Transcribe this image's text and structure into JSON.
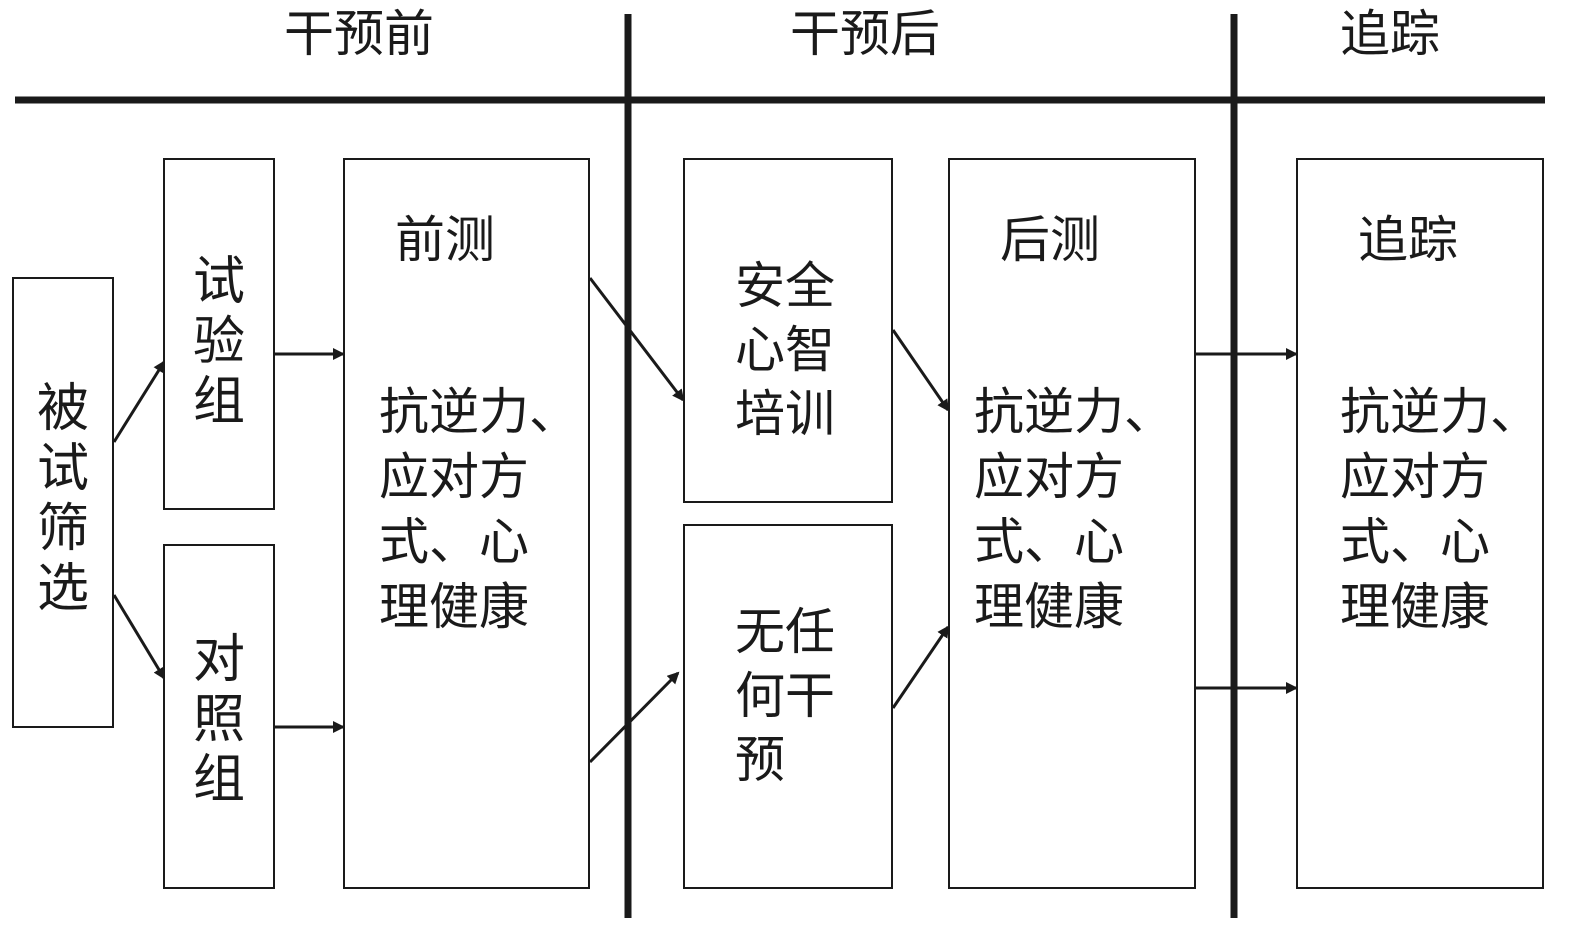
{
  "phases": {
    "pre": "干预前",
    "post": "干预后",
    "followup": "追踪"
  },
  "boxes": {
    "screening": "被试筛选",
    "experimental_group": "试验组",
    "control_group": "对照组",
    "pretest": {
      "title": "前测",
      "lines": [
        "抗逆力、",
        "应对方",
        "式、心",
        "理健康"
      ]
    },
    "intervention": {
      "lines": [
        "安全",
        "心智",
        "培训"
      ]
    },
    "no_intervention": {
      "lines": [
        "无任",
        "何干",
        "预"
      ]
    },
    "posttest": {
      "title": "后测",
      "lines": [
        "抗逆力、",
        "应对方",
        "式、心",
        "理健康"
      ]
    },
    "followup": {
      "title": "追踪",
      "lines": [
        "抗逆力、",
        "应对方",
        "式、心",
        "理健康"
      ]
    }
  },
  "colors": {
    "line": "#1a1a1a",
    "background": "#ffffff"
  }
}
